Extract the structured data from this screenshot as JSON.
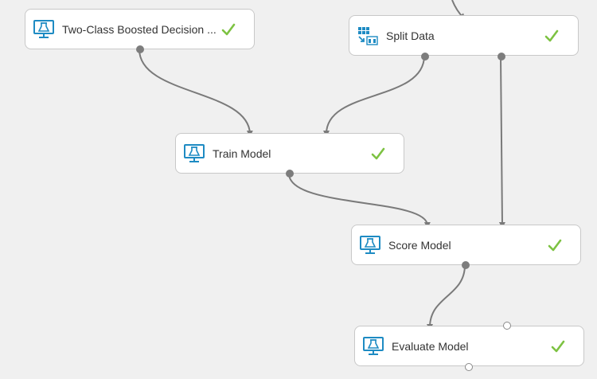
{
  "canvas": {
    "modules": {
      "boosted": {
        "label": "Two-Class Boosted Decision ...",
        "icon": "flask-monitor-icon",
        "status": "check-icon"
      },
      "split": {
        "label": "Split Data",
        "icon": "split-data-icon",
        "status": "check-icon"
      },
      "train": {
        "label": "Train Model",
        "icon": "flask-monitor-icon",
        "status": "check-icon"
      },
      "score": {
        "label": "Score Model",
        "icon": "flask-monitor-icon",
        "status": "check-icon"
      },
      "evaluate": {
        "label": "Evaluate Model",
        "icon": "flask-monitor-icon",
        "status": "check-icon"
      }
    }
  },
  "colors": {
    "canvas_background": "#f0f0f0",
    "module_background": "#ffffff",
    "icon_blue": "#1e8bc3",
    "check_green": "#7dc242",
    "wire": "#7a7a7a"
  }
}
